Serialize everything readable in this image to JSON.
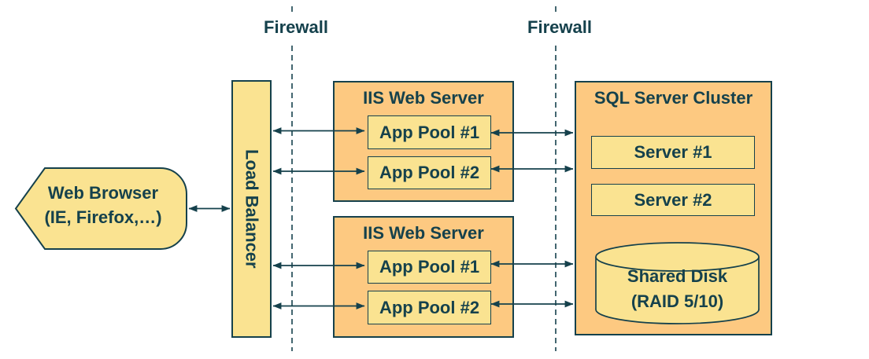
{
  "colors": {
    "orange": "#FDC981",
    "yellow": "#FAE391",
    "stroke": "#15414C"
  },
  "firewall_left": {
    "label": "Firewall"
  },
  "firewall_right": {
    "label": "Firewall"
  },
  "web_browser": {
    "line1": "Web Browser",
    "line2": "(IE, Firefox,…)"
  },
  "load_balancer": {
    "label": "Load Balancer"
  },
  "web_servers": [
    {
      "title": "IIS Web Server",
      "pools": [
        {
          "label": "App Pool #1"
        },
        {
          "label": "App Pool #2"
        }
      ]
    },
    {
      "title": "IIS Web Server",
      "pools": [
        {
          "label": "App Pool #1"
        },
        {
          "label": "App Pool #2"
        }
      ]
    }
  ],
  "sql_cluster": {
    "title": "SQL Server Cluster",
    "servers": [
      {
        "label": "Server #1"
      },
      {
        "label": "Server #2"
      }
    ],
    "shared_disk": {
      "line1": "Shared Disk",
      "line2": "(RAID 5/10)"
    }
  }
}
